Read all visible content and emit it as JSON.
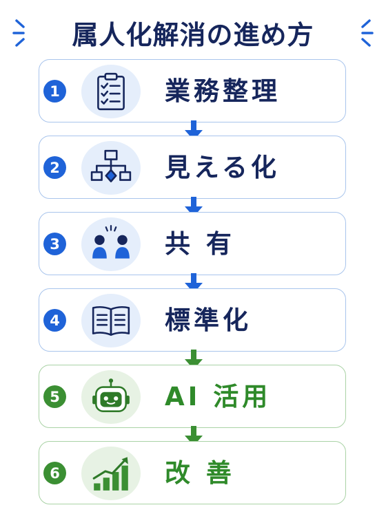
{
  "title": "属人化解消の進め方",
  "colors": {
    "navy": "#16265c",
    "blue_accent": "#1f63d8",
    "green_accent": "#3b8f33"
  },
  "steps": [
    {
      "number": "1",
      "label": "業務整理",
      "icon": "clipboard-checklist-icon",
      "theme": "blue"
    },
    {
      "number": "2",
      "label": "見える化",
      "icon": "flowchart-icon",
      "theme": "blue"
    },
    {
      "number": "3",
      "label": "共 有",
      "icon": "two-people-icon",
      "theme": "blue"
    },
    {
      "number": "4",
      "label": "標準化",
      "icon": "open-book-icon",
      "theme": "blue"
    },
    {
      "number": "5",
      "label": "AI 活用",
      "icon": "robot-icon",
      "theme": "green"
    },
    {
      "number": "6",
      "label": "改 善",
      "icon": "growth-chart-icon",
      "theme": "green"
    }
  ]
}
